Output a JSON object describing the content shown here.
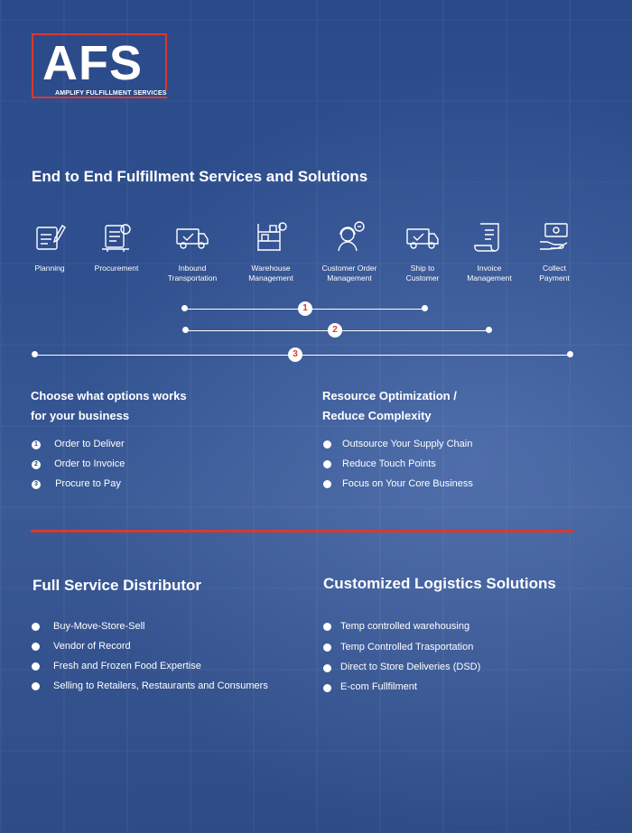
{
  "logo": {
    "mark": "AFS",
    "tagline": "AMPLIFY FULFILLMENT SERVICES"
  },
  "title": "End to End Fulfillment Services and Solutions",
  "steps": [
    {
      "icon": "planning-icon",
      "label": "Planning"
    },
    {
      "icon": "procurement-icon",
      "label": "Procurement"
    },
    {
      "icon": "inbound-truck-icon",
      "label": "Inbound\nTransportation"
    },
    {
      "icon": "warehouse-shelves-icon",
      "label": "Warehouse\nManagement"
    },
    {
      "icon": "customer-support-icon",
      "label": "Customer Order\nManagement"
    },
    {
      "icon": "delivery-truck-icon",
      "label": "Ship to\nCustomer"
    },
    {
      "icon": "invoice-icon",
      "label": "Invoice\nManagement"
    },
    {
      "icon": "payment-icon",
      "label": "Collect\nPayment"
    }
  ],
  "timelines": [
    "1",
    "2",
    "3"
  ],
  "options": {
    "heading": "Choose what options works\nfor your business",
    "items": [
      {
        "num": "1",
        "text": "Order to Deliver"
      },
      {
        "num": "2",
        "text": "Order to Invoice"
      },
      {
        "num": "3",
        "text": "Procure to Pay"
      }
    ]
  },
  "resource": {
    "heading": "Resource Optimization /\nReduce Complexity",
    "items": [
      "Outsource Your Supply Chain",
      "Reduce Touch Points",
      "Focus on Your Core Business"
    ]
  },
  "distributor": {
    "heading": "Full Service Distributor",
    "items": [
      "Buy-Move-Store-Sell",
      "Vendor of Record",
      "Fresh and Frozen Food Expertise",
      "Selling to Retailers, Restaurants and Consumers"
    ]
  },
  "logistics": {
    "heading": "Customized Logistics Solutions",
    "items": [
      "Temp controlled warehousing",
      "Temp Controlled Trasportation",
      "Direct to Store Deliveries (DSD)",
      "E-com Fullfilment"
    ]
  },
  "colors": {
    "background": "#2f4f8e",
    "accent": "#d83a2e",
    "text": "#ffffff"
  }
}
